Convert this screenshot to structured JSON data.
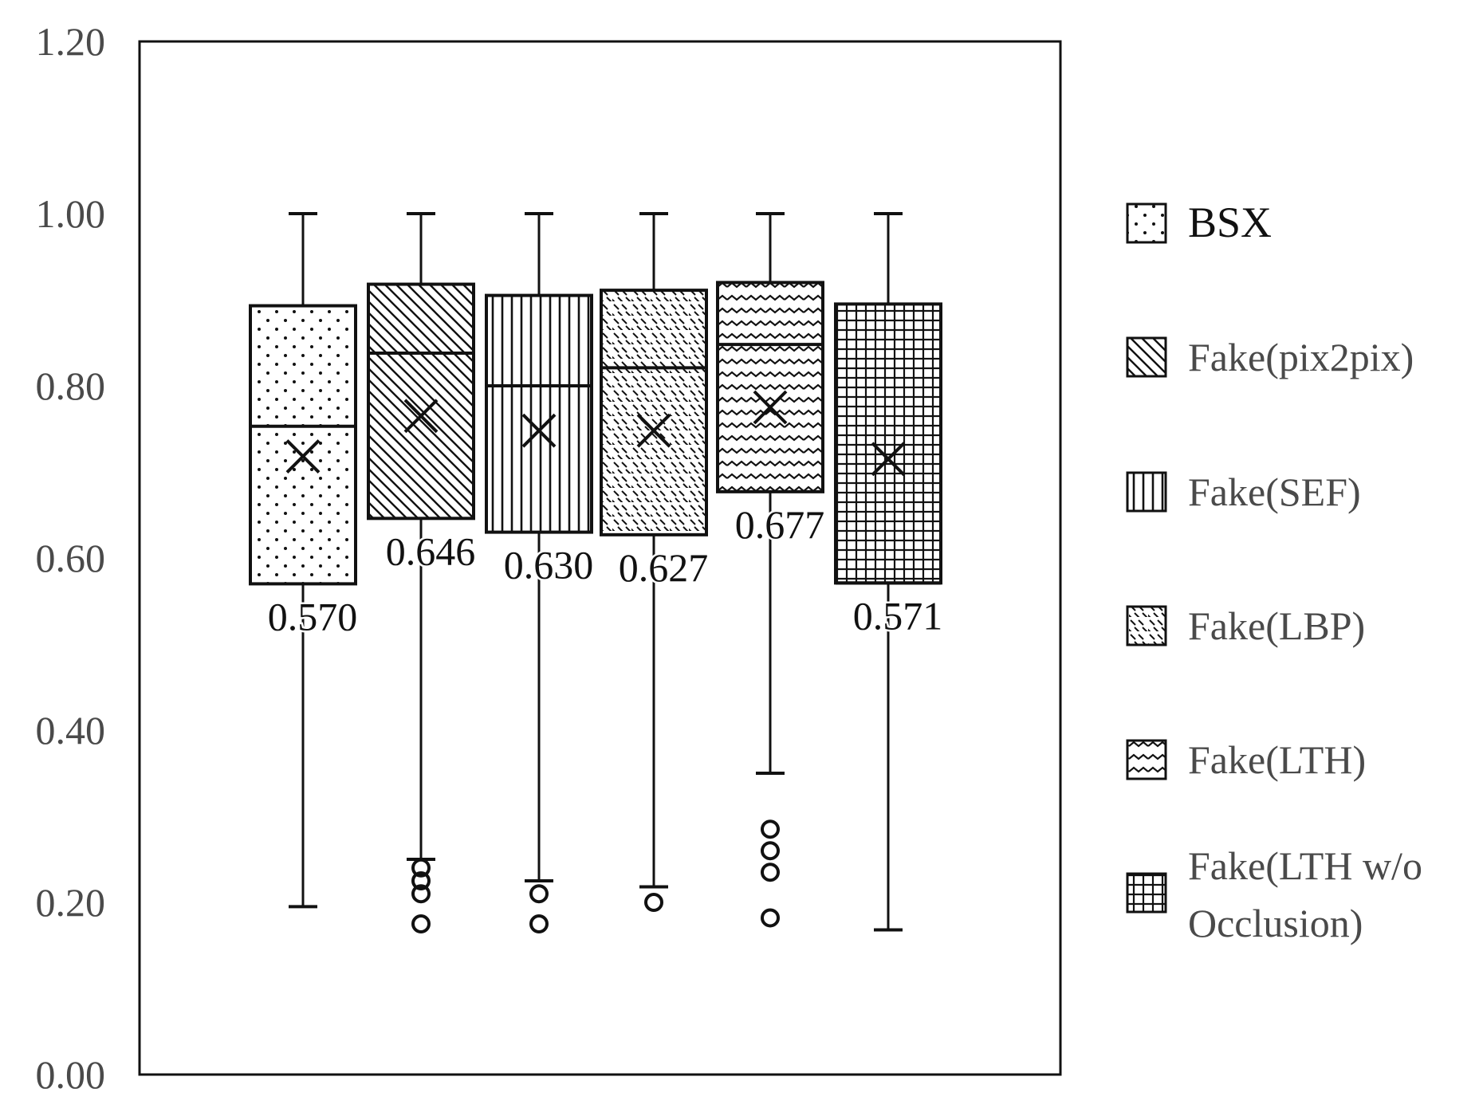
{
  "chart_data": {
    "type": "box",
    "title": "",
    "xlabel": "",
    "ylabel": "",
    "ylim": [
      0,
      1.2
    ],
    "yticks": [
      "0.00",
      "0.20",
      "0.40",
      "0.60",
      "0.80",
      "1.00",
      "1.20"
    ],
    "grid": false,
    "legend_position": "right",
    "series": [
      {
        "name": "BSX",
        "pattern": "dots",
        "whisker_low": 0.195,
        "q1": 0.57,
        "median": 0.753,
        "q3": 0.893,
        "whisker_high": 1.0,
        "mean": 0.718,
        "q1_label": "0.570",
        "outliers": []
      },
      {
        "name": "Fake(pix2pix)",
        "pattern": "diagonal",
        "whisker_low": 0.25,
        "q1": 0.646,
        "median": 0.838,
        "q3": 0.918,
        "whisker_high": 1.0,
        "mean": 0.765,
        "q1_label": "0.646",
        "outliers": [
          0.24,
          0.225,
          0.21,
          0.175
        ]
      },
      {
        "name": "Fake(SEF)",
        "pattern": "vertical",
        "whisker_low": 0.225,
        "q1": 0.63,
        "median": 0.8,
        "q3": 0.905,
        "whisker_high": 1.0,
        "mean": 0.748,
        "q1_label": "0.630",
        "outliers": [
          0.21,
          0.175
        ]
      },
      {
        "name": "Fake(LBP)",
        "pattern": "dashes",
        "whisker_low": 0.218,
        "q1": 0.627,
        "median": 0.821,
        "q3": 0.911,
        "whisker_high": 1.0,
        "mean": 0.748,
        "q1_label": "0.627",
        "outliers": [
          0.2
        ]
      },
      {
        "name": "Fake(LTH)",
        "pattern": "waves",
        "whisker_low": 0.35,
        "q1": 0.677,
        "median": 0.848,
        "q3": 0.92,
        "whisker_high": 1.0,
        "mean": 0.775,
        "q1_label": "0.677",
        "outliers": [
          0.285,
          0.26,
          0.235,
          0.182
        ]
      },
      {
        "name": "Fake(LTH w/o Occlusion)",
        "pattern": "grid",
        "whisker_low": 0.168,
        "q1": 0.571,
        "median": 0.571,
        "q3": 0.895,
        "whisker_high": 1.0,
        "mean": 0.715,
        "q1_label": "0.571",
        "outliers": []
      }
    ],
    "legend": [
      {
        "lines": [
          "BSX"
        ],
        "pattern": "dots"
      },
      {
        "lines": [
          "Fake(pix2pix)"
        ],
        "pattern": "diagonal"
      },
      {
        "lines": [
          "Fake(SEF)"
        ],
        "pattern": "vertical"
      },
      {
        "lines": [
          "Fake(LBP)"
        ],
        "pattern": "dashes"
      },
      {
        "lines": [
          "Fake(LTH)"
        ],
        "pattern": "waves"
      },
      {
        "lines": [
          "Fake(LTH w/o",
          "Occlusion)"
        ],
        "pattern": "grid"
      }
    ]
  }
}
